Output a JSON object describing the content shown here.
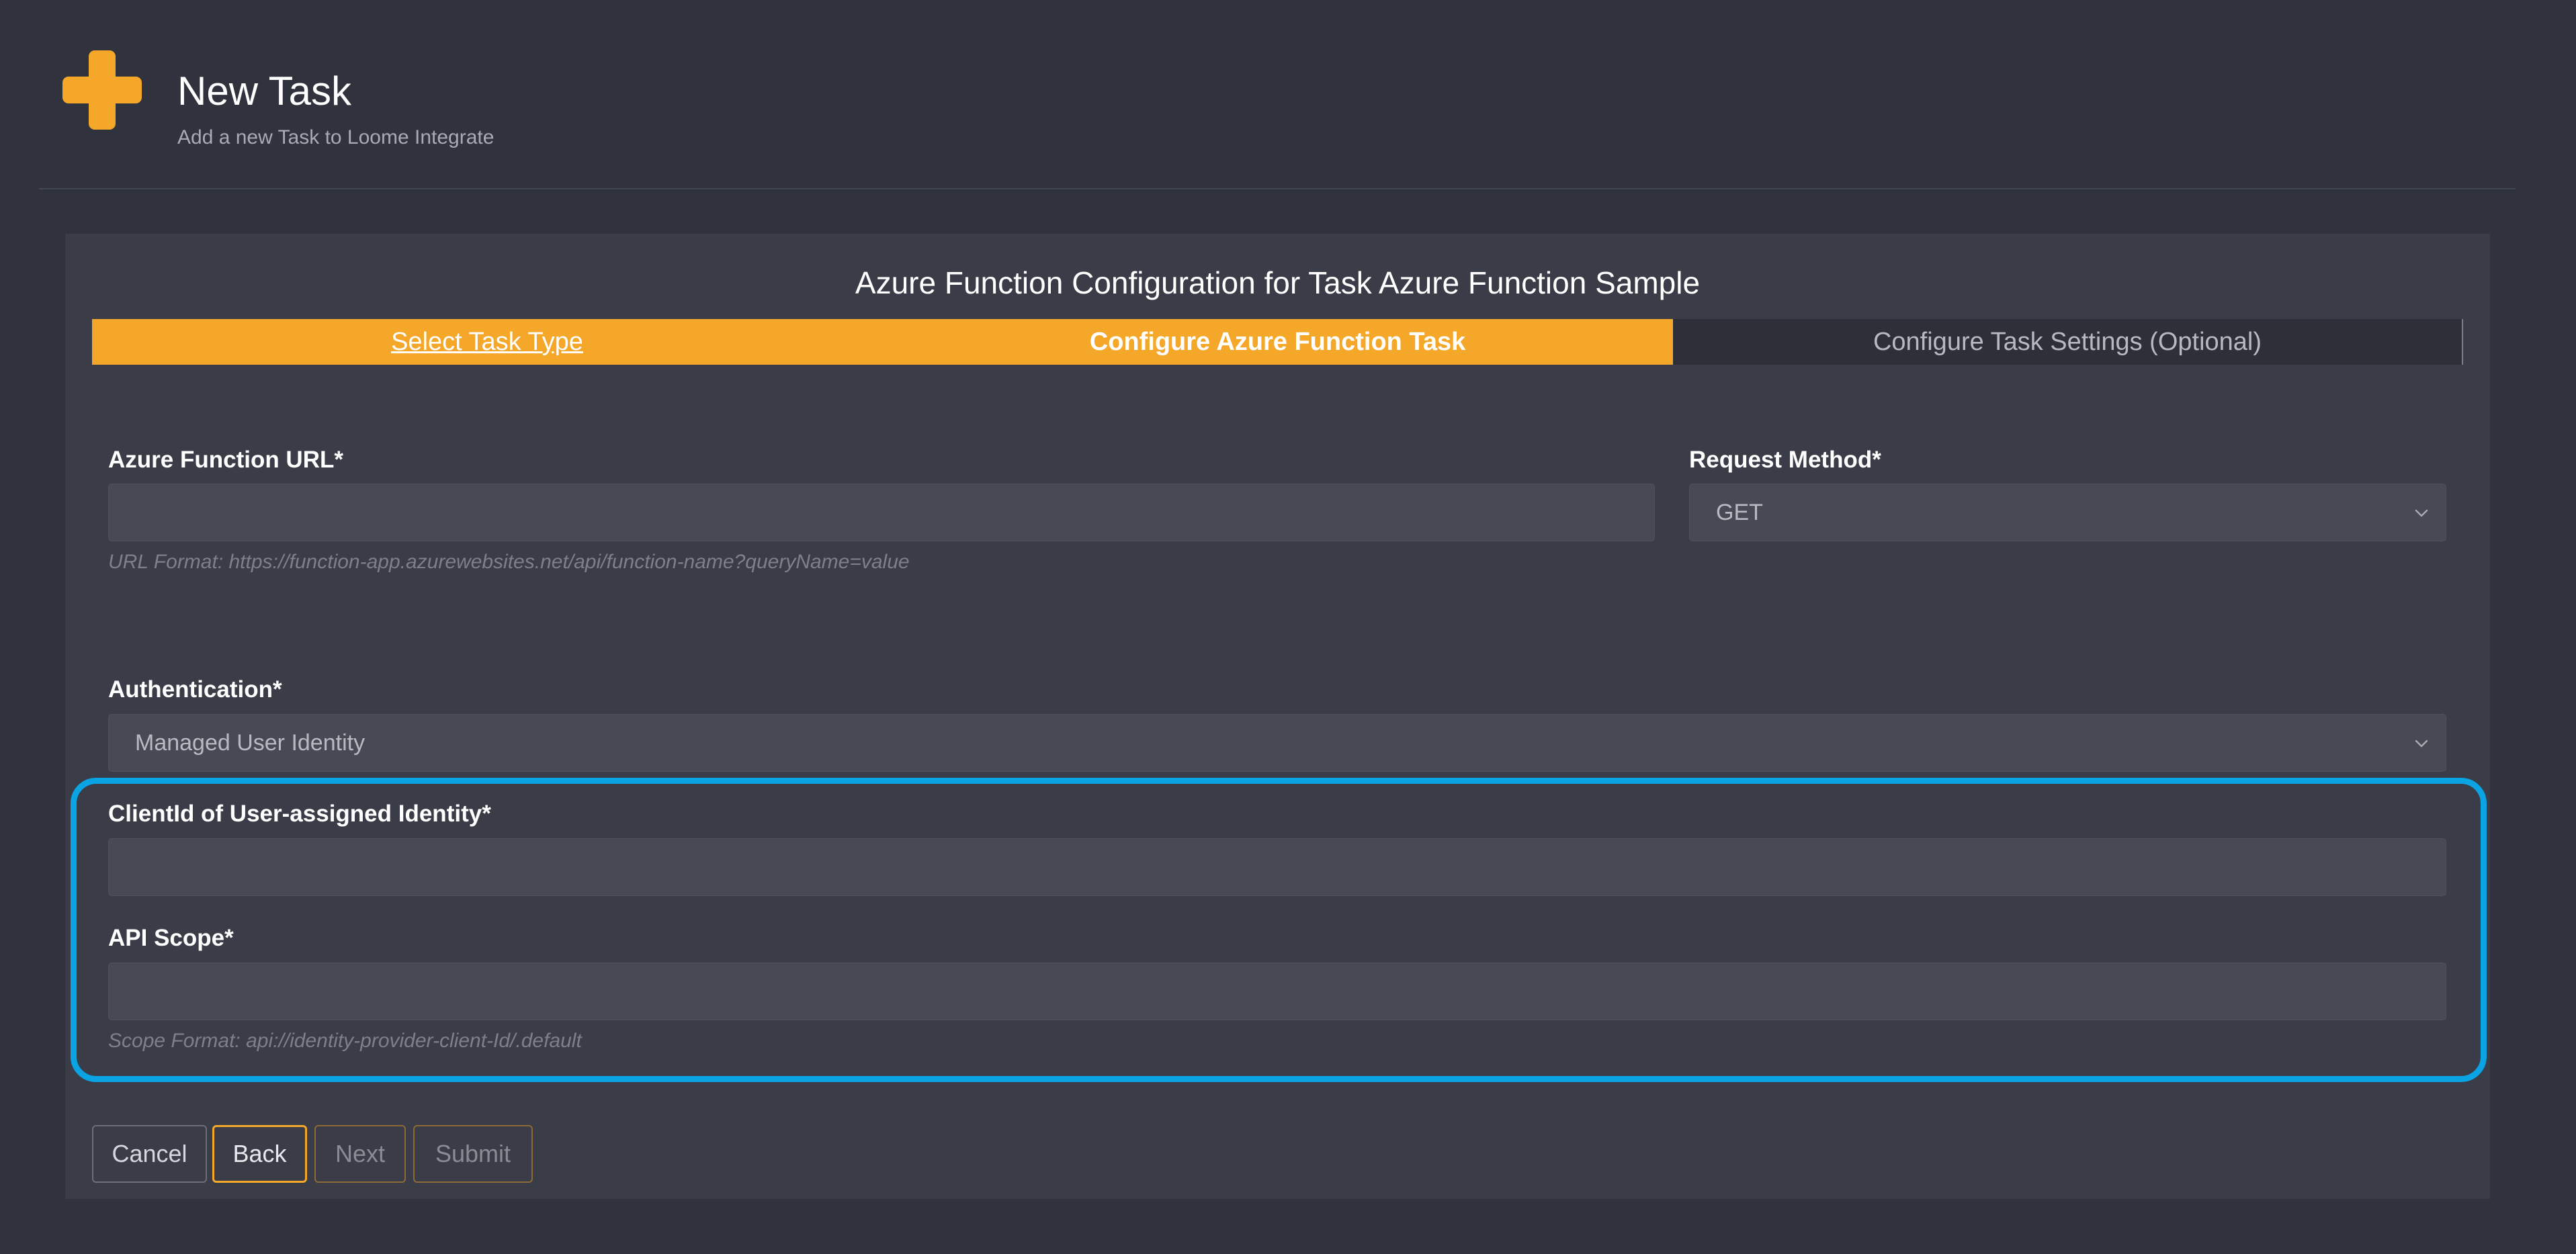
{
  "colors": {
    "accent": "#f5a72a",
    "background": "#30333d",
    "panel": "#3a3d48",
    "input": "#474a54",
    "highlight": "#0aa3e3"
  },
  "header": {
    "icon": "plus-icon",
    "title": "New Task",
    "subtitle": "Add a new Task to Loome Integrate"
  },
  "panel": {
    "title": "Azure Function Configuration for Task Azure Function Sample"
  },
  "steps": [
    {
      "label": "Select Task Type",
      "state": "completed"
    },
    {
      "label": "Configure Azure Function Task",
      "state": "active"
    },
    {
      "label": "Configure Task Settings (Optional)",
      "state": "upcoming"
    }
  ],
  "form": {
    "url": {
      "label": "Azure Function URL*",
      "value": "",
      "hint": "URL Format: https://function-app.azurewebsites.net/api/function-name?queryName=value"
    },
    "method": {
      "label": "Request Method*",
      "selected": "GET"
    },
    "auth": {
      "label": "Authentication*",
      "selected": "Managed User Identity"
    },
    "client_id": {
      "label": "ClientId of User-assigned Identity*",
      "value": ""
    },
    "scope": {
      "label": "API Scope*",
      "value": "",
      "hint": "Scope Format: api://identity-provider-client-Id/.default"
    }
  },
  "buttons": {
    "cancel": "Cancel",
    "back": "Back",
    "next": "Next",
    "submit": "Submit"
  }
}
